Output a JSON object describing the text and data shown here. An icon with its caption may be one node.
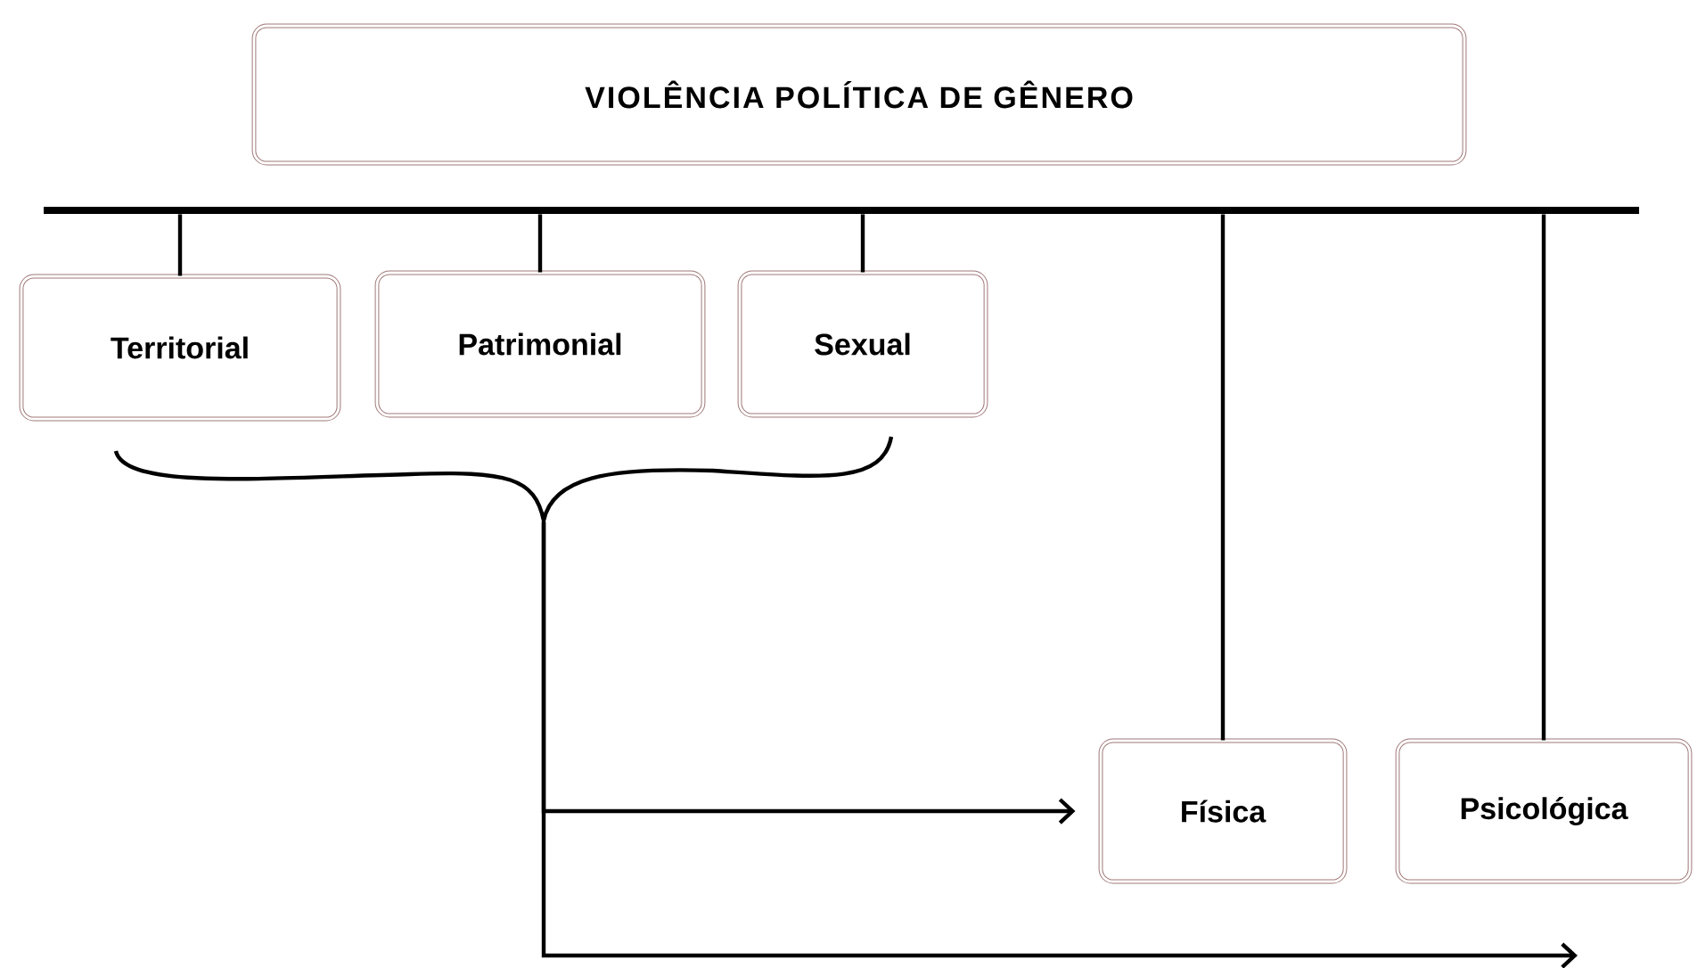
{
  "diagram": {
    "nodes": [
      {
        "text": [
          "VIOLÊNCIA POLÍTICA DE GÊNERO"
        ]
      },
      {
        "text": [],
        "shape": "bar"
      },
      {
        "text": [
          "Territorial"
        ]
      },
      {
        "text": [
          "Patrimonial"
        ]
      },
      {
        "text": [
          "Sexual"
        ]
      },
      {
        "text": [],
        "shape": "brace"
      },
      {
        "text": [
          "Física"
        ]
      },
      {
        "text": [
          "Psicológica"
        ]
      }
    ],
    "edges": [
      {
        "from": 1,
        "to": 2,
        "arrow": "none"
      },
      {
        "from": 1,
        "to": 3,
        "arrow": "none"
      },
      {
        "from": 1,
        "to": 4,
        "arrow": "none"
      },
      {
        "from": 1,
        "to": 6,
        "arrow": "none"
      },
      {
        "from": 1,
        "to": 7,
        "arrow": "none"
      },
      {
        "from": 5,
        "to": 6,
        "arrow": "to"
      },
      {
        "from": 5,
        "to": null,
        "arrow": "to"
      }
    ]
  }
}
